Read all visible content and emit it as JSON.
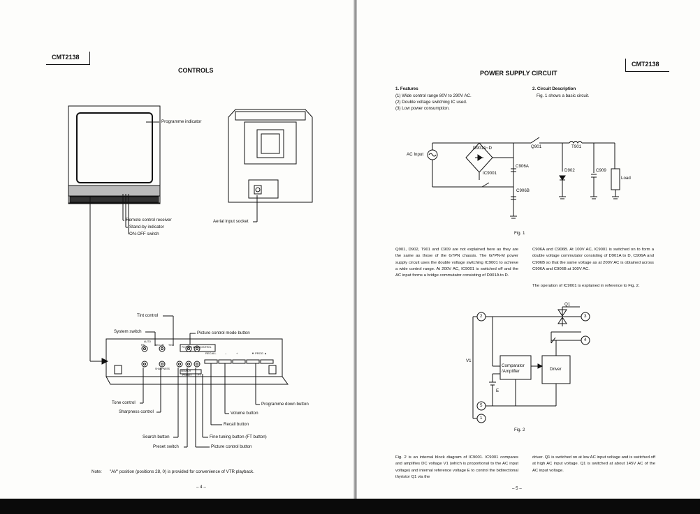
{
  "left_page": {
    "model": "CMT2138",
    "title": "CONTROLS",
    "tv_labels": {
      "programme_indicator": "Programme indicator",
      "remote_control_receiver": "Remote control receiver",
      "standby_indicator": "Stand-by indicator",
      "on_off_switch": "ON-OFF switch",
      "aerial_input_socket": "Aerial input socket"
    },
    "panel_labels": {
      "tint_control": "Tint control",
      "system_switch": "System switch",
      "picture_control_mode_button": "Picture control mode button",
      "tone_control": "Tone control",
      "sharpness_control": "Sharpness control",
      "programme_down_button": "Programme down button",
      "volume_button": "Volume button",
      "recall_button": "Recall button",
      "search_button": "Search button",
      "fine_tuning_button": "Fine tuning button (FT button)",
      "preset_switch": "Preset switch",
      "picture_control_button": "Picture control button"
    },
    "panel_marks": {
      "auto": "AUTO",
      "pal": "PAL",
      "secam": "SECAM",
      "tint": "TINT",
      "picture_mode": "PICTURE MODE",
      "control": "CONTROL",
      "recall": "RECALL",
      "minus": "–",
      "plus": "+",
      "prog": "▼ PROG ▲",
      "sharpness": "SHARPNESS",
      "search": "SEARCH",
      "preset": "PRESET",
      "ft": "FT"
    },
    "note_label": "Note:",
    "note_text": "\"AV\" position (positions 28, 0) is provided for convenience of VTR playback.",
    "page_number": "– 4 –"
  },
  "right_page": {
    "model": "CMT2138",
    "title": "POWER SUPPLY CIRCUIT",
    "features_heading": "1. Features",
    "features": [
      "(1) Wide control range 80V to 290V AC.",
      "(2) Double voltage switching IC used.",
      "(3) Low power consumption."
    ],
    "circuit_heading": "2. Circuit Description",
    "circuit_intro": "Fig. 1 shows a basic circuit.",
    "fig1": {
      "ac_input": "AC Input",
      "d901": "D901A~D",
      "q901": "Q901",
      "t901": "T901",
      "c906a": "C906A",
      "ic9001": "IC9001",
      "d902": "D902",
      "c909": "C909",
      "load": "Load",
      "c906b": "C906B",
      "caption": "Fig. 1"
    },
    "para_left": "Q901, D902, T901 and C909 are not explained here as they are the same as those of the G7PN chassis. The G7PN-M power supply circuit uses the double voltage switching IC9001 to achieve a wide control range. At 200V AC, IC9001 is switched off and the AC input forms a bridge commutator consisting of D901A to D.",
    "para_right": "C906A and C906B. At 100V AC, IC9001 is switched on to form a double voltage commutator consisting of D901A to D, C906A and C906B so that the same voltage as at 200V AC is obtained across C906A and C906B at 100V AC.",
    "para_right2": "The operation of IC9001 is explained in reference to Fig. 2.",
    "fig2": {
      "q1": "Q1",
      "n2": "2",
      "n3": "3",
      "n4": "4",
      "n5": "5",
      "n1": "1",
      "v1": "V1",
      "comparator": "Comparator\n/Amplifier",
      "driver": "Driver",
      "e": "E",
      "caption": "Fig. 2"
    },
    "bottom_left": "Fig. 2 is an internal block diagram of IC9001. IC9001 compares and amplifies DC voltage V1 (which is proportional to the AC input voltage) and internal reference voltage E to control the bidirectional thyristor Q1 via the",
    "bottom_right": "driver. Q1 is switched on at low AC input voltage and is switched off at high AC input voltage. Q1 is switched at about 145V AC of the AC input voltage.",
    "page_number": "– 5 –"
  }
}
